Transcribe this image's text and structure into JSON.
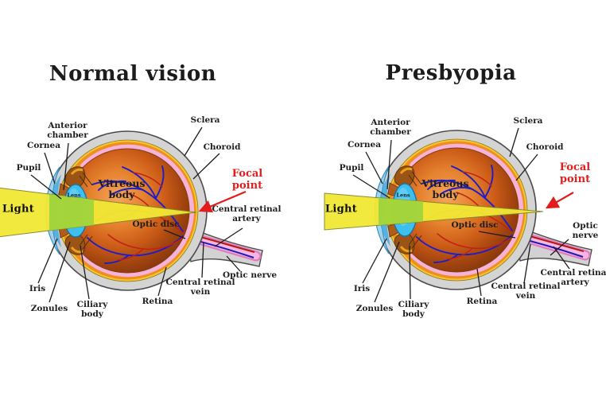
{
  "diagram_type": "eye-anatomy-comparison",
  "diagrams": [
    {
      "id": "normal",
      "title": "Normal vision"
    },
    {
      "id": "presbyopia",
      "title": "Presbyopia"
    }
  ],
  "labels": {
    "anterior_chamber": "Anterior chamber",
    "cornea": "Cornea",
    "pupil": "Pupil",
    "light": "Light",
    "lens": "Lens",
    "vitreous_body": "Vitreous body",
    "iris": "Iris",
    "zonules": "Zonules",
    "ciliary_body": "Ciliary body",
    "sclera": "Sclera",
    "choroid": "Choroid",
    "focal_point": "Focal point",
    "central_retinal_artery": "Central retinal artery",
    "optic_disc": "Optic disc",
    "central_retinal_vein": "Central retinal vein",
    "retina": "Retina",
    "optic_nerve": "Optic nerve"
  },
  "colors": {
    "background": "#ffffff",
    "title_text": "#1c1c1c",
    "label_text": "#1e1e1e",
    "focal_point_text": "#e21d1d",
    "focal_arrow": "#e21d1d",
    "leader_line": "#1c1c1c",
    "light_beam": "#f2e835",
    "beam_through_lens": "#a0d33c",
    "sclera_ring": "#d4d4d4",
    "choroid_ring": "#f6c52d",
    "retina_ring": "#f5b3dc",
    "vitreous_center": "#f4a55c",
    "vitreous_edge": "#8a3a0e",
    "cornea_fill": "#a9daf3",
    "anterior_chamber_fill": "#42a9e0",
    "lens_fill": "#3ec0ee",
    "iris_fill": "#b05c1a",
    "vein_blue": "#1a1ab8",
    "artery_red": "#b81812"
  }
}
